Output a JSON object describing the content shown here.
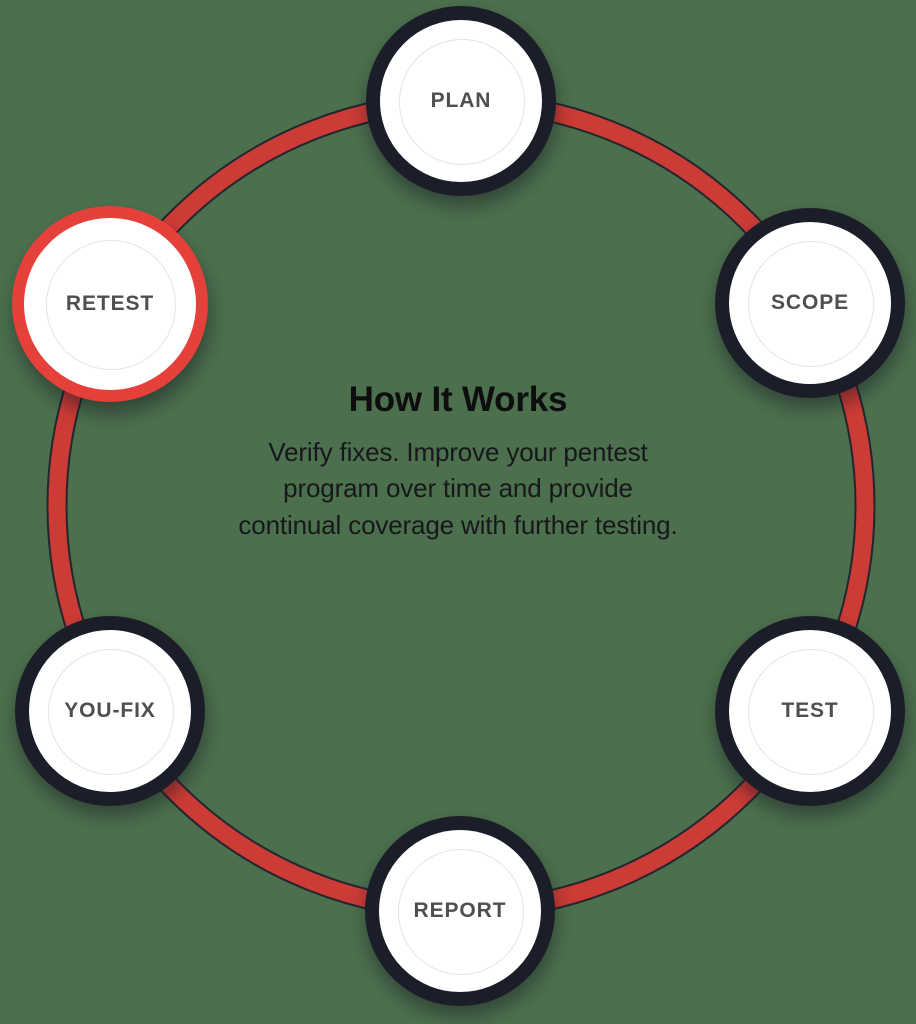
{
  "diagram": {
    "type": "cycle",
    "title": "How It Works",
    "background_color": "#4C6F4D",
    "ring_color": "#CC3B35",
    "active_color": "#E5403A",
    "node_ring_color": "#1B1E28",
    "node_fill_color": "#FFFFFF",
    "label_color": "#4F4F51",
    "subtitle_lines": [
      "Verify fixes. Improve your pentest",
      "program over time and provide",
      "continual coverage with further testing."
    ],
    "subtitle_full": "Verify fixes. Improve your pentest program over time and provide continual coverage with further testing.",
    "active_step": "RETEST",
    "steps": [
      {
        "label": "PLAN",
        "order": 1,
        "angle_deg": 0,
        "active": false
      },
      {
        "label": "SCOPE",
        "order": 2,
        "angle_deg": 60,
        "active": false
      },
      {
        "label": "TEST",
        "order": 3,
        "angle_deg": 120,
        "active": false
      },
      {
        "label": "REPORT",
        "order": 4,
        "angle_deg": 180,
        "active": false
      },
      {
        "label": "YOU-FIX",
        "order": 5,
        "angle_deg": 240,
        "active": false
      },
      {
        "label": "RETEST",
        "order": 6,
        "angle_deg": 300,
        "active": true
      }
    ]
  }
}
